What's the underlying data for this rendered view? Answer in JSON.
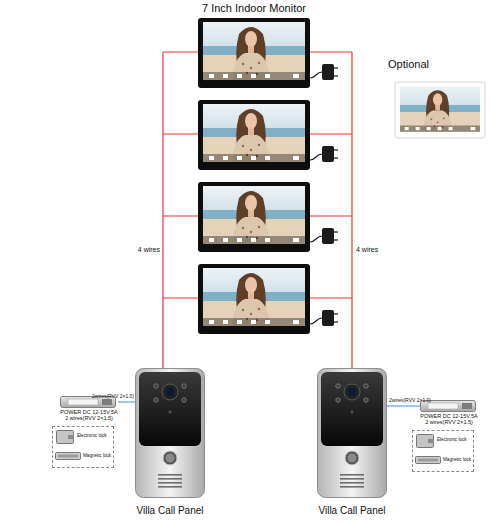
{
  "diagram": {
    "nodes": [
      {
        "text": [
          "7 Inch Indoor Monitor"
        ]
      },
      {
        "text": [
          "POWER DC 12-15V,5A",
          "2 wires(RVV 2×1.5)"
        ]
      },
      {
        "text": [
          "Electronic lock",
          "Magnetic lock"
        ]
      },
      {
        "text": [
          "Villa Call Panel"
        ]
      },
      {
        "text": [
          "Villa Call Panel"
        ]
      },
      {
        "text": [
          "POWER DC 12-15V,5A",
          "2 wires(RVV 2×1.5)"
        ]
      },
      {
        "text": [
          "Electronic lock",
          "Magnetic lock"
        ]
      }
    ],
    "edges": [
      {
        "from": 0,
        "to": 3,
        "label": "4 wires",
        "arrow": "none"
      },
      {
        "from": 0,
        "to": 4,
        "label": "4 wires",
        "arrow": "none"
      },
      {
        "from": 1,
        "to": 3,
        "label": "2wires(RVV 2×1.0)",
        "arrow": "none"
      },
      {
        "from": 5,
        "to": 4,
        "label": "2wires(RVV 2×1.0)",
        "arrow": "none"
      }
    ],
    "labels": [
      "Optional"
    ]
  }
}
